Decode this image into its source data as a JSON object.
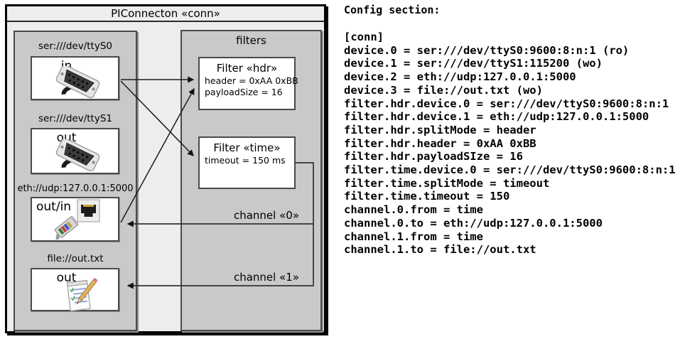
{
  "diagram": {
    "title": "PIConnecton «conn»",
    "devices": [
      {
        "label": "ser:///dev/ttyS0",
        "direction": "in",
        "icon": "serial-connector"
      },
      {
        "label": "ser:///dev/ttyS1",
        "direction": "out",
        "icon": "serial-connector"
      },
      {
        "label": "eth://udp:127.0.0.1:5000",
        "direction": "out/in",
        "icon": "ethernet-connector"
      },
      {
        "label": "file://out.txt",
        "direction": "out",
        "icon": "notepad"
      }
    ],
    "filters_panel": {
      "title": "filters",
      "filters": [
        {
          "title": "Filter «hdr»",
          "props": [
            "header = 0xAA 0xBB",
            "payloadSize = 16"
          ]
        },
        {
          "title": "Filter «time»",
          "props": [
            "timeout = 150 ms"
          ]
        }
      ],
      "channels": [
        {
          "label": "channel «0»"
        },
        {
          "label": "channel «1»"
        }
      ]
    },
    "colors": {
      "panel_gray": "#c9c9c9",
      "background_gray": "#ededed",
      "border_dark": "#4a4a4a",
      "line_black": "#1c1c1c"
    }
  },
  "config": {
    "title": "Config section:",
    "lines": [
      "[conn]",
      "device.0 = ser:///dev/ttyS0:9600:8:n:1 (ro)",
      "device.1 = ser:///dev/ttyS1:115200 (wo)",
      "device.2 = eth://udp:127.0.0.1:5000",
      "device.3 = file://out.txt (wo)",
      "filter.hdr.device.0 = ser:///dev/ttyS0:9600:8:n:1",
      "filter.hdr.device.1 = eth://udp:127.0.0.1:5000",
      "filter.hdr.splitMode = header",
      "filter.hdr.header = 0xAA 0xBB",
      "filter.hdr.payloadSIze = 16",
      "filter.time.device.0 = ser:///dev/ttyS0:9600:8:n:1",
      "filter.time.splitMode = timeout",
      "filter.time.timeout = 150",
      "channel.0.from = time",
      "channel.0.to = eth://udp:127.0.0.1:5000",
      "channel.1.from = time",
      "channel.1.to = file://out.txt"
    ]
  }
}
